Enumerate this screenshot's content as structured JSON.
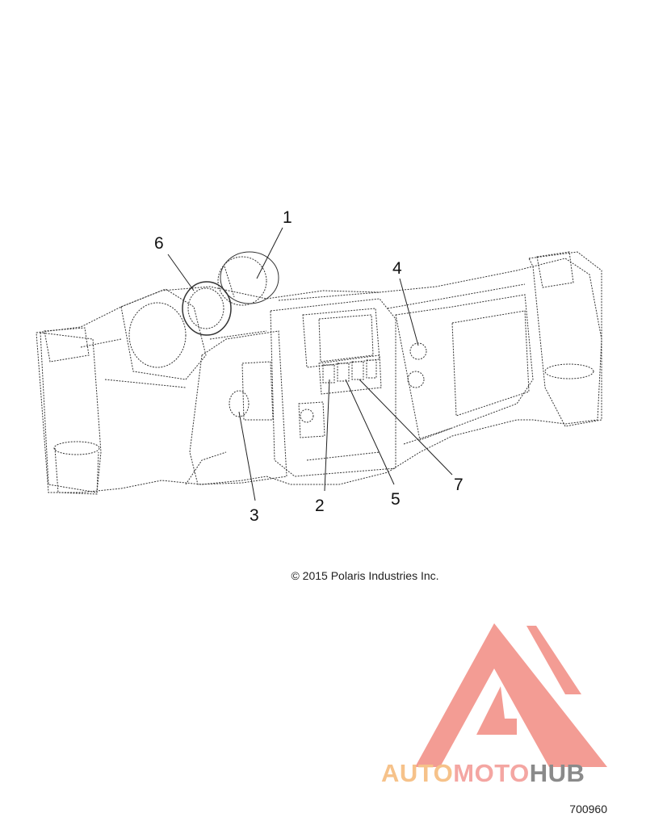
{
  "callouts": [
    {
      "id": "1",
      "label": "1"
    },
    {
      "id": "2",
      "label": "2"
    },
    {
      "id": "3",
      "label": "3"
    },
    {
      "id": "4",
      "label": "4"
    },
    {
      "id": "5",
      "label": "5"
    },
    {
      "id": "6",
      "label": "6"
    },
    {
      "id": "7",
      "label": "7"
    }
  ],
  "copyright": "© 2015 Polaris Industries Inc.",
  "figure_number": "700960",
  "watermark": {
    "part1": "AUTO",
    "part2": "MOTO",
    "part3": "HUB",
    "colors": {
      "auto": "#f6c28a",
      "moto": "#f4a6a2",
      "hub": "#8a8a8a",
      "logo": "#f28b82"
    }
  },
  "icons": [
    "dashboard-assembly-drawing",
    "watermark-logo-icon"
  ]
}
